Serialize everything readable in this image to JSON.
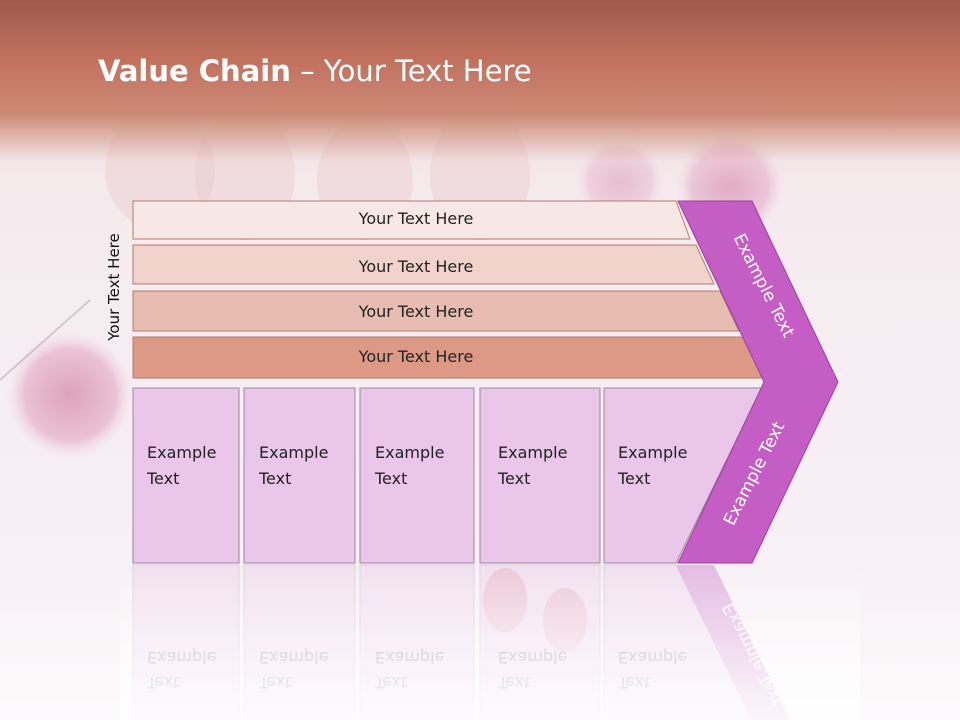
{
  "title": {
    "bold": "Value Chain",
    "rest": " – Your Text Here"
  },
  "side_label": "Your Text Here",
  "bars": [
    {
      "label": "Your Text Here",
      "color": "#f7e8e6"
    },
    {
      "label": "Your Text Here",
      "color": "#f1d3cc"
    },
    {
      "label": "Your Text Here",
      "color": "#e7bcb1"
    },
    {
      "label": "Your Text Here",
      "color": "#dc9a86"
    }
  ],
  "boxes": [
    {
      "line1": "Example",
      "line2": "Text"
    },
    {
      "line1": "Example",
      "line2": "Text"
    },
    {
      "line1": "Example",
      "line2": "Text"
    },
    {
      "line1": "Example",
      "line2": "Text"
    },
    {
      "line1": "Example",
      "line2": "Text"
    }
  ],
  "chevron_top_label": "Example Text",
  "chevron_bottom_label": "Example Text",
  "colors": {
    "accent": "#c45ec4",
    "box_fill": "#e9c6ea",
    "title": "#ffffff"
  }
}
